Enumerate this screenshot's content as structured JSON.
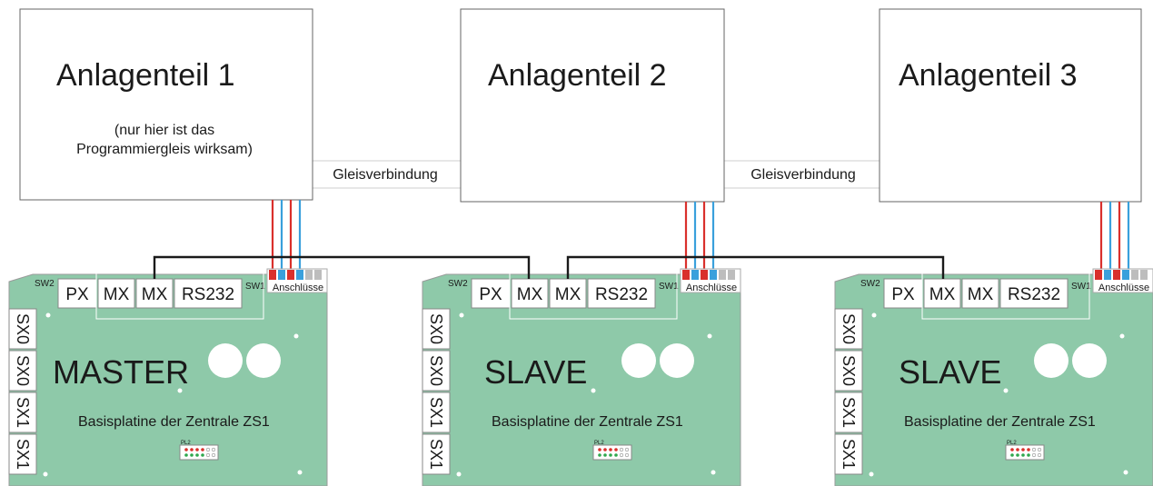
{
  "sections": [
    {
      "title": "Anlagenteil 1",
      "note_line1": "(nur hier ist das",
      "note_line2": "Programmiergleis wirksam)"
    },
    {
      "title": "Anlagenteil 2"
    },
    {
      "title": "Anlagenteil 3"
    }
  ],
  "links": {
    "label": "Gleisverbindung"
  },
  "boards": [
    {
      "role": "MASTER",
      "subtitle": "Basisplatine der Zentrale ZS1",
      "ports": [
        "PX",
        "MX",
        "MX",
        "RS232"
      ],
      "sw_left": "SW2",
      "sw_right": "SW1",
      "connector_label": "Anschlüsse",
      "side_ports": [
        "SX0",
        "SX0",
        "SX1",
        "SX1"
      ],
      "jumper_label": "PL2"
    },
    {
      "role": "SLAVE",
      "subtitle": "Basisplatine der Zentrale ZS1",
      "ports": [
        "PX",
        "MX",
        "MX",
        "RS232"
      ],
      "sw_left": "SW2",
      "sw_right": "SW1",
      "connector_label": "Anschlüsse",
      "side_ports": [
        "SX0",
        "SX0",
        "SX1",
        "SX1"
      ],
      "jumper_label": "PL2"
    },
    {
      "role": "SLAVE",
      "subtitle": "Basisplatine der Zentrale ZS1",
      "ports": [
        "PX",
        "MX",
        "MX",
        "RS232"
      ],
      "sw_left": "SW2",
      "sw_right": "SW1",
      "connector_label": "Anschlüsse",
      "side_ports": [
        "SX0",
        "SX0",
        "SX1",
        "SX1"
      ],
      "jumper_label": "PL2"
    }
  ],
  "colors": {
    "board_fill": "#8ec9a9",
    "wire_red": "#d9302c",
    "wire_blue": "#3aa0dc",
    "bus_line": "#1a1a1a"
  }
}
